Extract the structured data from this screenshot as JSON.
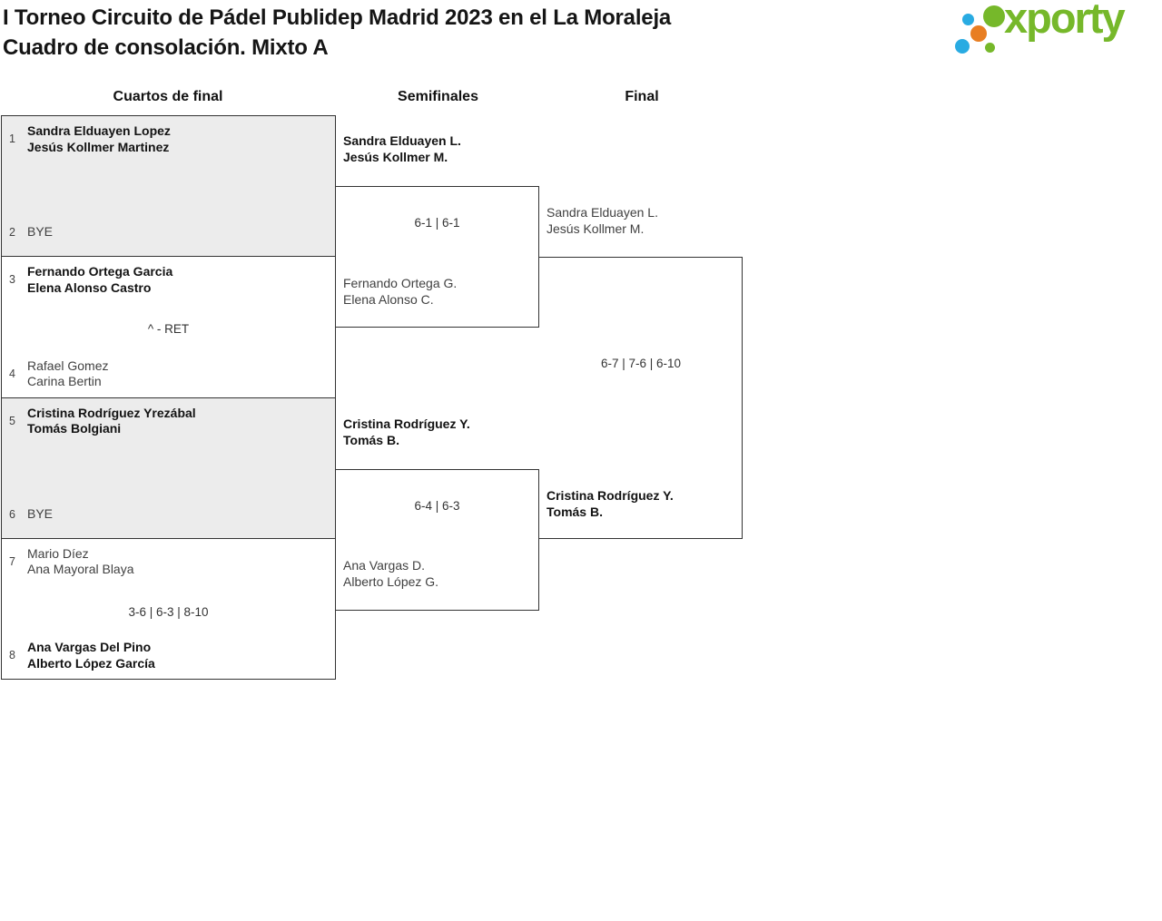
{
  "header": {
    "title_line1": "I Torneo Circuito de Pádel Publidep Madrid 2023 en el La Moraleja",
    "title_line2": "Cuadro de consolación. Mixto A",
    "logo_text": "xporty"
  },
  "round_headers": {
    "quarterfinals": "Cuartos de final",
    "semifinals": "Semifinales",
    "final": "Final"
  },
  "quarterfinals": [
    {
      "top": {
        "seed": "1",
        "line1": "Sandra Elduayen Lopez",
        "line2": "Jesús Kollmer Martinez",
        "winner": true
      },
      "score": "",
      "bottom": {
        "seed": "2",
        "line1": "BYE",
        "winner": false
      }
    },
    {
      "top": {
        "seed": "3",
        "line1": "Fernando Ortega Garcia",
        "line2": "Elena Alonso Castro",
        "winner": true
      },
      "score": "^ - RET",
      "bottom": {
        "seed": "4",
        "line1": "Rafael Gomez",
        "line2": "Carina Bertin",
        "winner": false
      }
    },
    {
      "top": {
        "seed": "5",
        "line1": "Cristina Rodríguez Yrezábal",
        "line2": "Tomás Bolgiani",
        "winner": true
      },
      "score": "",
      "bottom": {
        "seed": "6",
        "line1": "BYE",
        "winner": false
      }
    },
    {
      "top": {
        "seed": "7",
        "line1": "Mario Díez",
        "line2": "Ana Mayoral Blaya",
        "winner": false
      },
      "score": "3-6 | 6-3 | 8-10",
      "bottom": {
        "seed": "8",
        "line1": "Ana Vargas Del Pino",
        "line2": "Alberto López García",
        "winner": true
      }
    }
  ],
  "semifinals": [
    {
      "top": {
        "line1": "Sandra Elduayen L.",
        "line2": "Jesús Kollmer M.",
        "winner": true
      },
      "score": "6-1 | 6-1",
      "bottom": {
        "line1": "Fernando Ortega G.",
        "line2": "Elena Alonso C.",
        "winner": false
      }
    },
    {
      "top": {
        "line1": "Cristina Rodríguez Y.",
        "line2": "Tomás B.",
        "winner": true
      },
      "score": "6-4 | 6-3",
      "bottom": {
        "line1": "Ana Vargas D.",
        "line2": "Alberto López G.",
        "winner": false
      }
    }
  ],
  "final": {
    "top": {
      "line1": "Sandra Elduayen L.",
      "line2": "Jesús Kollmer M.",
      "winner": false
    },
    "score": "6-7 | 7-6 | 6-10",
    "bottom": {
      "line1": "Cristina Rodríguez Y.",
      "line2": "Tomás B.",
      "winner": true
    }
  },
  "colors": {
    "brand_green": "#76b82a",
    "brand_blue": "#29abe2",
    "brand_orange": "#e87e22",
    "bye_box_gray": "#ececec",
    "bracket_border": "#333333"
  }
}
